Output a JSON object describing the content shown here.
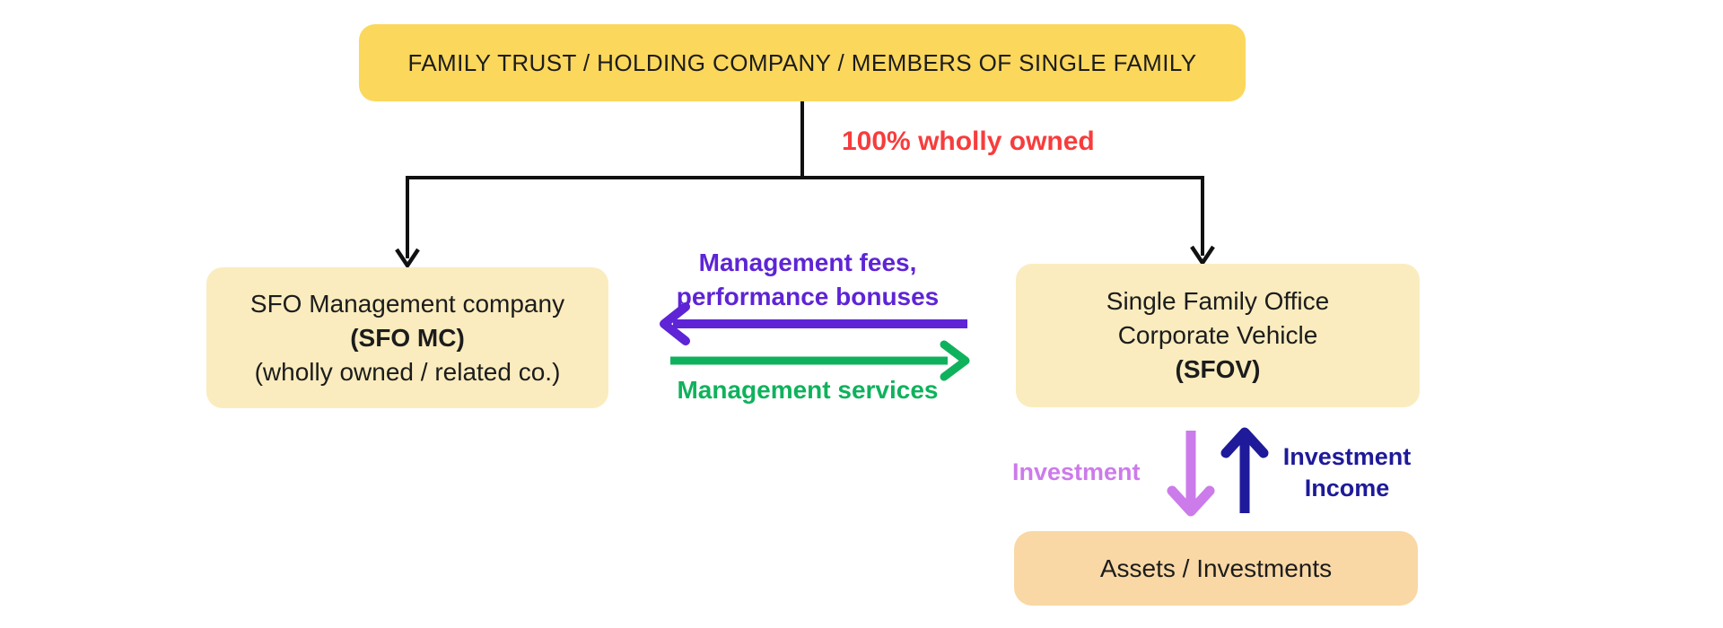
{
  "boxes": {
    "family_trust": {
      "label": "FAMILY TRUST / HOLDING COMPANY / MEMBERS OF SINGLE FAMILY"
    },
    "sfo_mc": {
      "line1": "SFO Management company",
      "line2": "(SFO MC)",
      "line3": "(wholly owned / related co.)"
    },
    "sfov": {
      "line1": "Single Family Office",
      "line2": "Corporate Vehicle",
      "line3": "(SFOV)"
    },
    "assets": {
      "label": "Assets / Investments"
    }
  },
  "labels": {
    "ownership": "100% wholly owned",
    "fees": "Management fees,\nperformance bonuses",
    "services": "Management services",
    "investment": "Investment",
    "investment_income": "Investment\nIncome"
  },
  "colors": {
    "top_box_bg": "#FBD75C",
    "entity_box_bg": "#FAECBE",
    "assets_box_bg": "#F9D8A5",
    "connector_black": "#111111",
    "ownership_red": "#F83C3C",
    "fees_purple": "#5E24D6",
    "services_green": "#0FB25C",
    "investment_orchid": "#CC7BEA",
    "income_navy": "#1E1A99",
    "text_black": "#1C1C1C"
  }
}
